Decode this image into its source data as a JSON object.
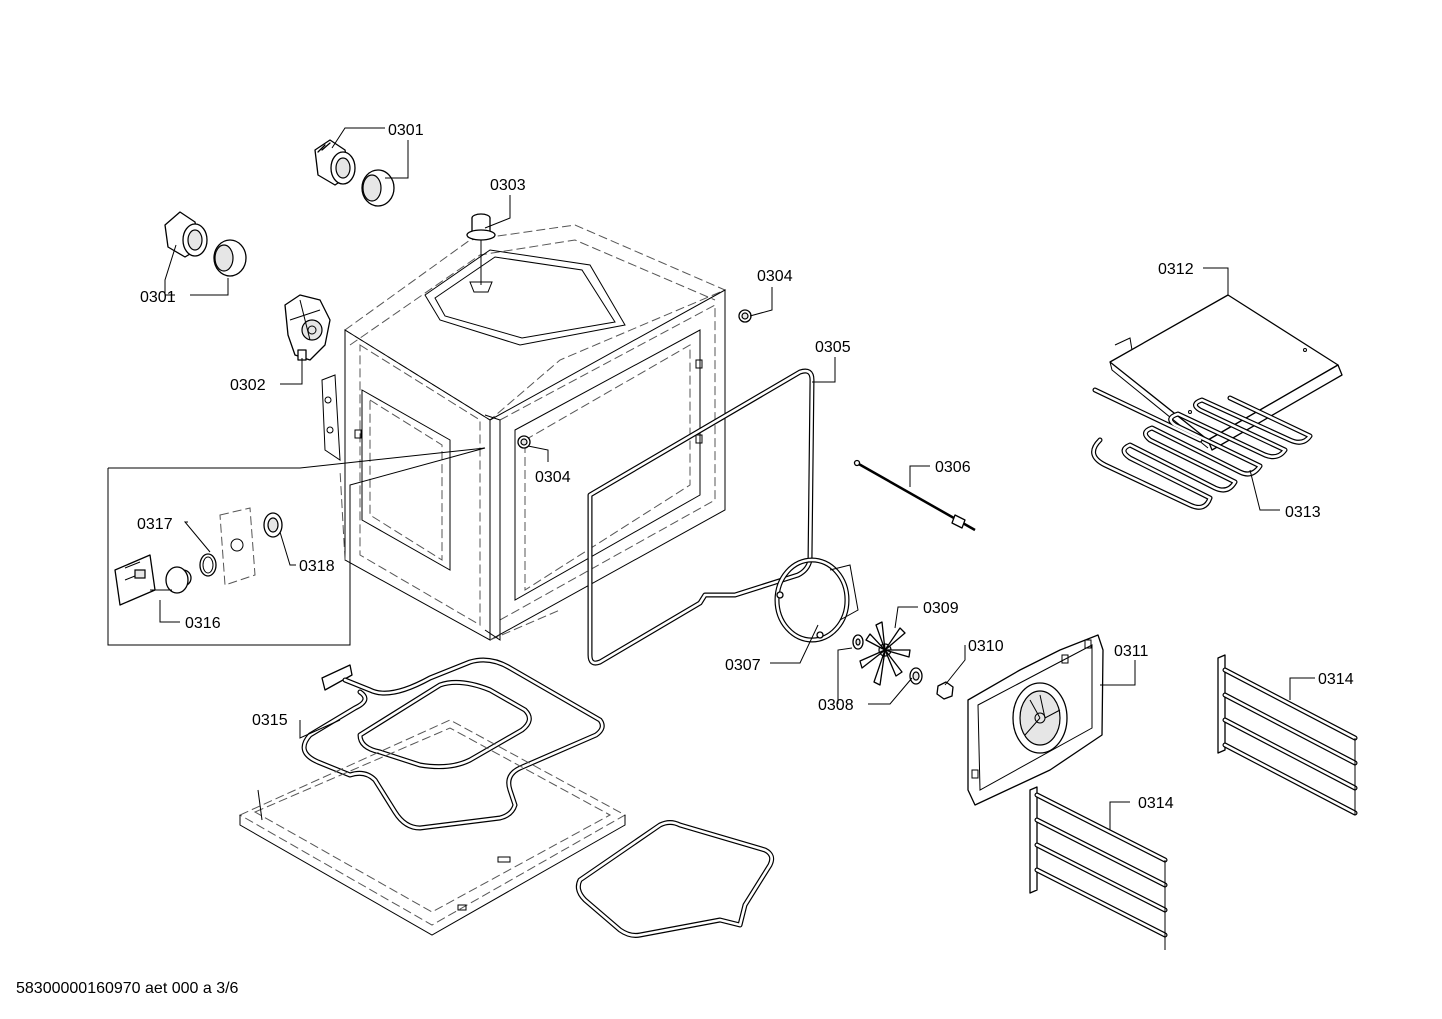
{
  "callouts": [
    {
      "id": "c-0301a",
      "label": "0301"
    },
    {
      "id": "c-0301b",
      "label": "0301"
    },
    {
      "id": "c-0302",
      "label": "0302"
    },
    {
      "id": "c-0303",
      "label": "0303"
    },
    {
      "id": "c-0304a",
      "label": "0304"
    },
    {
      "id": "c-0304b",
      "label": "0304"
    },
    {
      "id": "c-0305",
      "label": "0305"
    },
    {
      "id": "c-0306",
      "label": "0306"
    },
    {
      "id": "c-0307",
      "label": "0307"
    },
    {
      "id": "c-0308",
      "label": "0308"
    },
    {
      "id": "c-0309",
      "label": "0309"
    },
    {
      "id": "c-0310",
      "label": "0310"
    },
    {
      "id": "c-0311",
      "label": "0311"
    },
    {
      "id": "c-0312",
      "label": "0312"
    },
    {
      "id": "c-0313",
      "label": "0313"
    },
    {
      "id": "c-0314a",
      "label": "0314"
    },
    {
      "id": "c-0314b",
      "label": "0314"
    },
    {
      "id": "c-0315",
      "label": "0315"
    },
    {
      "id": "c-0316",
      "label": "0316"
    },
    {
      "id": "c-0317",
      "label": "0317"
    },
    {
      "id": "c-0318",
      "label": "0318"
    }
  ],
  "footer": {
    "document_code": "58300000160970 aet 000 a 3/6"
  }
}
